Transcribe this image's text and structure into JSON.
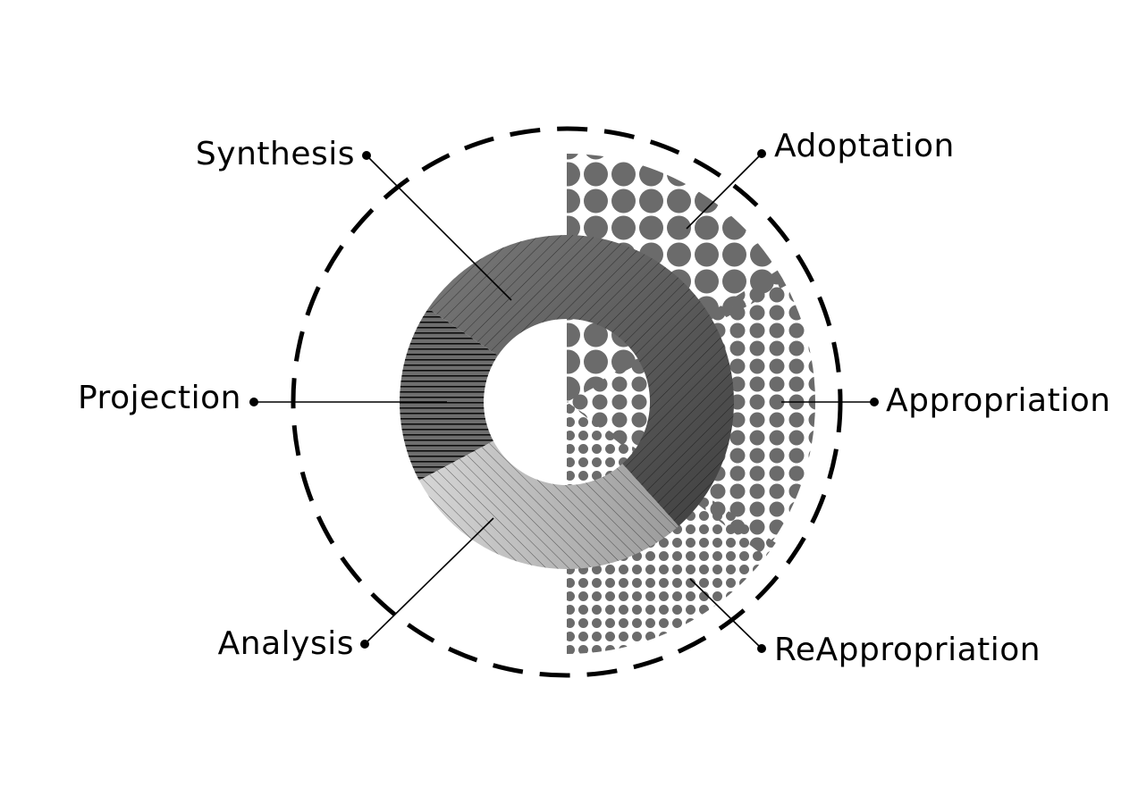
{
  "diagram": {
    "inner_segments": [
      {
        "id": "synthesis",
        "label": "Synthesis"
      },
      {
        "id": "projection",
        "label": "Projection"
      },
      {
        "id": "analysis",
        "label": "Analysis"
      }
    ],
    "outer_segments": [
      {
        "id": "adoptation",
        "label": "Adoptation"
      },
      {
        "id": "appropriation",
        "label": "Appropriation"
      },
      {
        "id": "reappropriation",
        "label": "ReAppropriation"
      }
    ]
  },
  "colors": {
    "segment_dark": "#4a4a4a",
    "segment_mid": "#6b6b6b",
    "segment_light": "#b3b3b3",
    "dots": "#6b6b6b",
    "stroke": "#000000",
    "background": "#ffffff"
  }
}
